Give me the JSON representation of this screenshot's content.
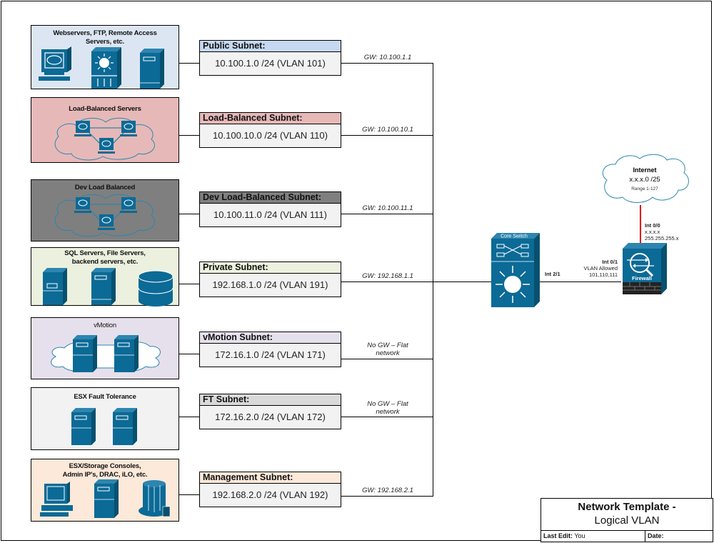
{
  "diagram": {
    "groups": [
      {
        "id": "web",
        "title_lines": [
          "Webservers, FTP, Remote Access",
          "Servers, etc."
        ],
        "bg": "#dce6f2",
        "icons": [
          "workstation-icon",
          "multilayer-switch-icon",
          "server-icon"
        ]
      },
      {
        "id": "lb",
        "title_lines": [
          "Load-Balanced Servers"
        ],
        "bg": "#e6b9b8",
        "icons": [
          "cloud-cluster-icon"
        ]
      },
      {
        "id": "devlb",
        "title_lines": [
          "Dev Load Balanced"
        ],
        "bg": "#7f7f7f",
        "icons": [
          "cloud-cluster-icon"
        ]
      },
      {
        "id": "sql",
        "title_lines": [
          "SQL Servers, File Servers,",
          "backend servers, etc."
        ],
        "bg": "#ebf1de",
        "icons": [
          "server-icon",
          "server-icon",
          "database-icon"
        ]
      },
      {
        "id": "vmotion",
        "title_lines": [
          "vMotion"
        ],
        "bg": "#e6e0ec",
        "icons": [
          "cloud-servers-icon"
        ]
      },
      {
        "id": "ft",
        "title_lines": [
          "ESX Fault Tolerance"
        ],
        "bg": "#f2f2f2",
        "icons": [
          "server-icon",
          "server-icon"
        ]
      },
      {
        "id": "mgmt",
        "title_lines": [
          "ESX/Storage Consoles,",
          "Admin IP's, DRAC, iLO, etc."
        ],
        "bg": "#fde9d9",
        "icons": [
          "workstation-icon",
          "server-icon",
          "storage-icon"
        ]
      }
    ],
    "subnets": [
      {
        "name": "Public Subnet:",
        "value": "10.100.1.0 /24 (VLAN 101)",
        "header_bg": "#c6d9f1",
        "gw": "GW: 10.100.1.1"
      },
      {
        "name": "Load-Balanced Subnet:",
        "value": "10.100.10.0 /24 (VLAN 110)",
        "header_bg": "#e6b9b8",
        "gw": "GW: 10.100.10.1"
      },
      {
        "name": "Dev Load-Balanced Subnet:",
        "value": "10.100.11.0 /24 (VLAN 111)",
        "header_bg": "#7f7f7f",
        "gw": "GW: 10.100.11.1"
      },
      {
        "name": "Private Subnet:",
        "value": "192.168.1.0 /24 (VLAN 191)",
        "header_bg": "#ebf1de",
        "gw": "GW: 192.168.1.1"
      },
      {
        "name": "vMotion Subnet:",
        "value": "172.16.1.0 /24 (VLAN 171)",
        "header_bg": "#e6e0ec",
        "gw_lines": [
          "No GW – Flat",
          "network"
        ]
      },
      {
        "name": "FT Subnet:",
        "value": "172.16.2.0 /24 (VLAN 172)",
        "header_bg": "#d9d9d9",
        "gw_lines": [
          "No GW – Flat",
          "network"
        ]
      },
      {
        "name": "Management Subnet:",
        "value": "192.168.2.0 /24 (VLAN 192)",
        "header_bg": "#fde9d9",
        "gw": "GW: 192.168.2.1"
      }
    ],
    "core_switch": {
      "label": "Core Switch",
      "port": "Int 2/1"
    },
    "firewall": {
      "label": "Firewall",
      "inside_port": "Int 0/1",
      "inside_note1": "VLAN Allowed",
      "inside_note2": "101,110,111",
      "outside_port": "Int 0/0",
      "outside_ip": "x.x.x.x",
      "outside_mask": "255.255.255.x"
    },
    "internet": {
      "title": "Internet",
      "subnet": "x.x.x.0 /25",
      "range": "Range 1-127"
    },
    "colors": {
      "icon": "#0b6a96",
      "icon_dark": "#08506f",
      "uplink": "#e00000"
    }
  },
  "title_block": {
    "line1": "Network Template -",
    "line2": "Logical VLAN",
    "last_edit_label": "Last Edit:",
    "last_edit_value": "You",
    "date_label": "Date:"
  }
}
